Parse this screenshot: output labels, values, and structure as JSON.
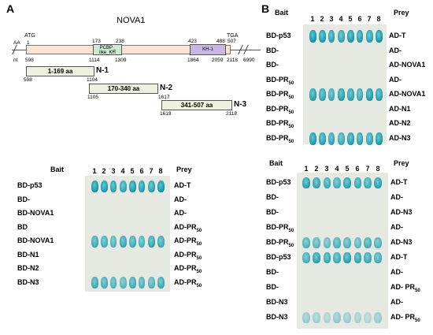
{
  "panelA": {
    "letter": "A",
    "gene": "NOVA1",
    "aa_label": "AA",
    "nt_label": "nt",
    "atg": "ATG",
    "tga": "TGA",
    "aa_marks": [
      "1",
      "173",
      "238",
      "423",
      "488",
      "507"
    ],
    "nt_marks": [
      "598",
      "1114",
      "1309",
      "1864",
      "2059",
      "2118",
      "6990"
    ],
    "domain_pcbp": "PCBP_",
    "domain_pcbp2": "like_KH",
    "domain_kh": "KH-1",
    "fragments": [
      {
        "label": "1-169 aa",
        "name": "N-1",
        "start": "598",
        "end": "1104"
      },
      {
        "label": "170-340 aa",
        "name": "N-2",
        "start": "1105",
        "end": "1617"
      },
      {
        "label": "341-507 aa",
        "name": "N-3",
        "start": "1618",
        "end": "2118"
      }
    ],
    "blot": {
      "bait_header": "Bait",
      "prey_header": "Prey",
      "lanes": [
        "1",
        "2",
        "3",
        "4",
        "5",
        "6",
        "7",
        "8"
      ],
      "rows": [
        {
          "bait": "BD-p53",
          "prey": "AD-T",
          "signal": 1.0
        },
        {
          "bait": "BD-",
          "prey": "AD-",
          "signal": 0
        },
        {
          "bait": "BD-NOVA1",
          "prey": "AD-",
          "signal": 0
        },
        {
          "bait": "BD",
          "prey": "AD-PR",
          "prey_sub": "50",
          "signal": 0
        },
        {
          "bait": "BD-NOVA1",
          "prey": "AD-PR",
          "prey_sub": "50",
          "signal": 0.85
        },
        {
          "bait": "BD-N1",
          "prey": "AD-PR",
          "prey_sub": "50",
          "signal": 0
        },
        {
          "bait": "BD-N2",
          "prey": "AD-PR",
          "prey_sub": "50",
          "signal": 0
        },
        {
          "bait": "BD-N3",
          "prey": "AD-PR",
          "prey_sub": "50",
          "signal": 0.8
        }
      ]
    }
  },
  "panelB": {
    "letter": "B",
    "blot_top": {
      "bait_header": "Bait",
      "prey_header": "Prey",
      "lanes": [
        "1",
        "2",
        "3",
        "4",
        "5",
        "6",
        "7",
        "8"
      ],
      "rows": [
        {
          "bait": "BD-p53",
          "prey": "AD-T",
          "signal": 1.0
        },
        {
          "bait": "BD-",
          "prey": "AD-",
          "signal": 0
        },
        {
          "bait": "BD-",
          "prey": "AD-NOVA1",
          "signal": 0
        },
        {
          "bait": "BD-PR",
          "bait_sub": "50",
          "prey": "AD-",
          "signal": 0
        },
        {
          "bait": "BD-PR",
          "bait_sub": "50",
          "prey": "AD-NOVA1",
          "signal": 0.95
        },
        {
          "bait": "BD-PR",
          "bait_sub": "50",
          "prey": "AD-N1",
          "signal": 0
        },
        {
          "bait": "BD-PR",
          "bait_sub": "50",
          "prey": "AD-N2",
          "signal": 0
        },
        {
          "bait": "BD-PR",
          "bait_sub": "50",
          "prey": "AD-N3",
          "signal": 0.95
        }
      ]
    },
    "blot_bottom": {
      "bait_header": "Bait",
      "prey_header": "Prey",
      "lanes": [
        "1",
        "2",
        "3",
        "4",
        "5",
        "6",
        "7",
        "8"
      ],
      "rows": [
        {
          "bait": "BD-p53",
          "prey": "AD-T",
          "signal": 0.9
        },
        {
          "bait": "BD-",
          "prey": "AD-",
          "signal": 0
        },
        {
          "bait": "BD-",
          "prey": "AD-N3",
          "signal": 0
        },
        {
          "bait": "BD-PR",
          "bait_sub": "50",
          "prey": "AD-",
          "signal": 0
        },
        {
          "bait": "BD-PR",
          "bait_sub": "50",
          "prey": "AD-N3",
          "signal": 0.75
        },
        {
          "bait": "BD-p53",
          "prey": "AD-T",
          "signal": 0.9
        },
        {
          "bait": "BD-",
          "prey": "AD-",
          "signal": 0
        },
        {
          "bait": "BD-",
          "prey": "AD- PR",
          "prey_sub": "50",
          "signal": 0
        },
        {
          "bait": "BD-N3",
          "prey": "AD-",
          "signal": 0
        },
        {
          "bait": "BD-N3",
          "prey": "AD- PR",
          "prey_sub": "50",
          "signal": 0.4
        }
      ]
    }
  },
  "colors": {
    "spot_dark": "#0a8ca0",
    "spot_light": "#5ccad2",
    "plate": "#e6e8e2",
    "gene_bar": "#fbe4d3",
    "domain_pcbp": "#cfe8d2",
    "domain_kh": "#c9b7e3",
    "fragment": "#edf2e0"
  }
}
